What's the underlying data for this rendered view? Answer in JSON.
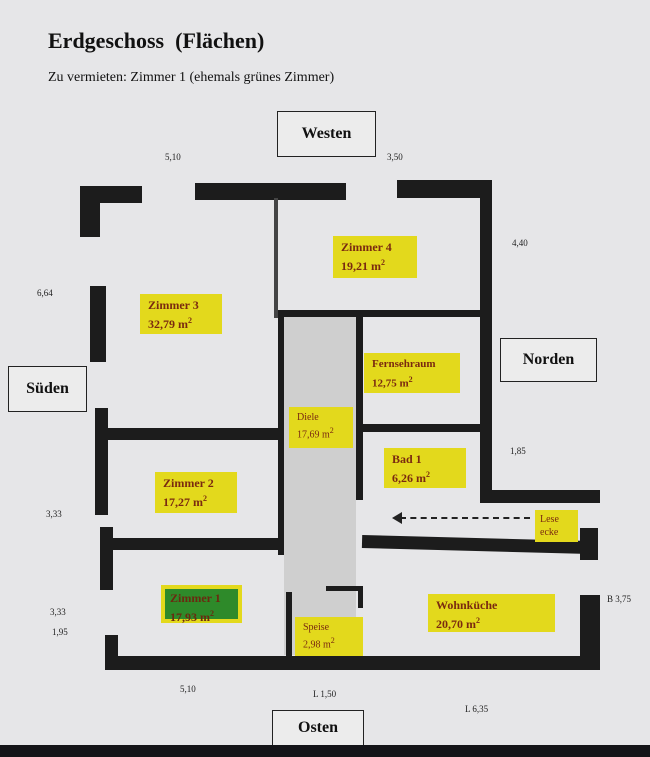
{
  "header": {
    "title": "Erdgeschoss  (Flächen)",
    "subtitle": "Zu vermieten: Zimmer 1 (ehemals grünes Zimmer)"
  },
  "directions": {
    "west": "Westen",
    "north": "Norden",
    "south": "Süden",
    "east": "Osten"
  },
  "rooms": [
    {
      "name": "Zimmer 4",
      "area": "19,21  m",
      "sup": "2"
    },
    {
      "name": "Zimmer 3",
      "area": "32,79  m",
      "sup": "2"
    },
    {
      "name": "Fernsehraum",
      "area": "12,75  m",
      "sup": "2"
    },
    {
      "name": "Diele",
      "area": "17,69 m",
      "sup": "2"
    },
    {
      "name": "Bad 1",
      "area": "6,26  m",
      "sup": "2"
    },
    {
      "name": "Zimmer 2",
      "area": "17,27  m",
      "sup": "2"
    },
    {
      "name": "Zimmer 1",
      "area": "17,93  m",
      "sup": "2"
    },
    {
      "name": "Speise",
      "area": "2,98  m",
      "sup": "2"
    },
    {
      "name": "Wohnküche",
      "area": "20,70  m",
      "sup": "2"
    }
  ],
  "lese": {
    "line1": "Lese",
    "line2": "ecke"
  },
  "dimensions": {
    "top_left": "5,10",
    "top_right": "3,50",
    "right_top": "4,40",
    "left_top": "6,64",
    "right_mid": "1,85",
    "left_mid": "3,33",
    "left_low": "3,33",
    "left_bottom": "1,95",
    "right_bottom": "B 3,75",
    "bottom_left": "5,10",
    "bottom_mid": "L 1,50",
    "bottom_right": "L 6,35"
  },
  "colors": {
    "label": "#e3d91c",
    "label_text": "#7a2a10",
    "rented": "#2e8a2a"
  }
}
